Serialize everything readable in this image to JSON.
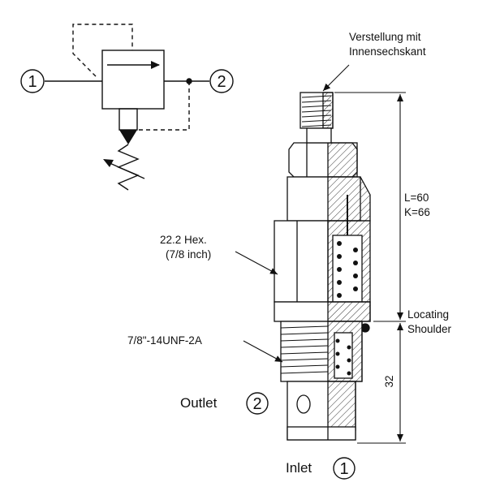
{
  "schematic": {
    "port_1": "1",
    "port_2": "2"
  },
  "labels": {
    "adjustment": [
      "Verstellung mit",
      "Innensechskant"
    ],
    "length_l": "L=60",
    "length_k": "K=66",
    "hex": [
      "22.2  Hex.",
      "(7/8 inch)"
    ],
    "thread": "7/8\"-14UNF-2A",
    "locating": [
      "Locating",
      "Shoulder"
    ],
    "dim_32": "32",
    "outlet": "Outlet",
    "outlet_port": "2",
    "inlet": "Inlet",
    "inlet_port": "1"
  },
  "colors": {
    "line": "#111111",
    "metal": "#ffffff",
    "hatch": "#333333"
  }
}
